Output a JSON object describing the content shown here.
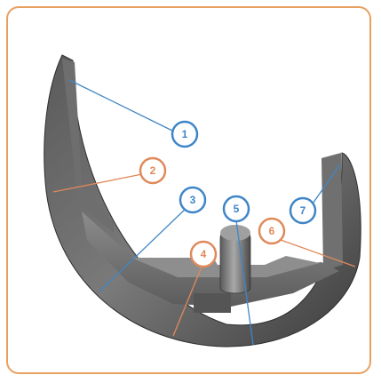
{
  "colors": {
    "frame_border": "#e8a060",
    "blue_callout": "#3f86c8",
    "orange_callout": "#e08a5a",
    "part_dark": "#3a3a3a",
    "part_mid": "#6d6d6d",
    "part_light": "#9a9a9a"
  },
  "callouts": [
    {
      "id": "c1",
      "label": "1",
      "color": "blue"
    },
    {
      "id": "c2",
      "label": "2",
      "color": "orange"
    },
    {
      "id": "c3",
      "label": "3",
      "color": "blue"
    },
    {
      "id": "c4",
      "label": "4",
      "color": "orange"
    },
    {
      "id": "c5",
      "label": "5",
      "color": "blue"
    },
    {
      "id": "c6",
      "label": "6",
      "color": "orange"
    },
    {
      "id": "c7",
      "label": "7",
      "color": "blue"
    }
  ]
}
